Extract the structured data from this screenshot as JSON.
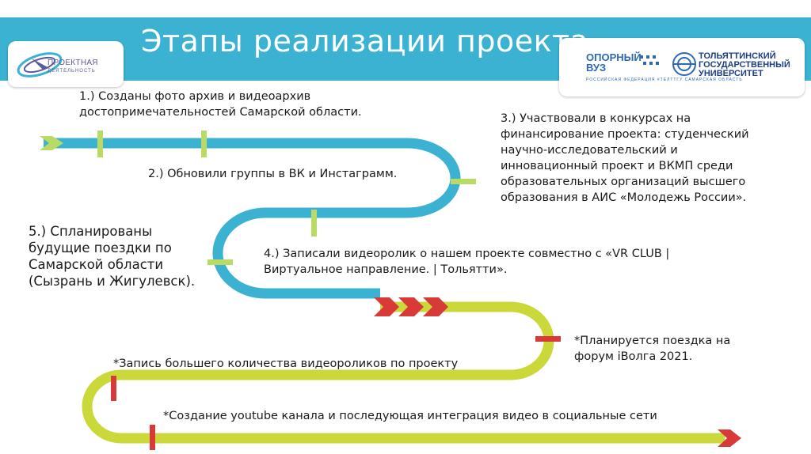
{
  "slide": {
    "title": "Этапы реализации проекта",
    "left_logo": {
      "line1": "ПРОЕКТНАЯ",
      "line2": "ДЕЯТЕЛЬНОСТЬ"
    },
    "right_logo": {
      "part1": "ОПОРНЫЙ ВУЗ",
      "part2": "ТОЛЬЯТТИНСКИЙ ГОСУДАРСТВЕННЫЙ УНИВЕРСИТЕТ",
      "sub": "РОССИЙСКАЯ ФЕДЕРАЦИЯ  #ТЕЛТТГУ  САМАРСКАЯ ОБЛАСТЬ"
    },
    "steps": {
      "s1": "1.) Созданы фото архив и видеоархив достопримечательностей Самарской области.",
      "s2": "2.) Обновили группы в ВК и Инстаграмм.",
      "s3": "3.) Участвовали в конкурсах на финансирование проекта: студенческий научно-исследовательский и инновационный проект и ВКМП среди образовательных организаций высшего образования в АИС «Молодежь России».",
      "s4": "4.) Записали видеоролик о нашем проекте совместно с «VR CLUB | Виртуальное направление. | Тольятти».",
      "s5": "5.) Спланированы будущие поездки по Самарской области (Сызрань и Жигулевск)."
    },
    "plans": {
      "p1": "*Планируется поездка на форум iВолга 2021.",
      "p2": "*Запись большего количества видеороликов по проекту",
      "p3": "*Создание youtube канала и последующая интеграция видео в социальные сети"
    },
    "colors": {
      "header": "#3cb2d2",
      "road_blue": "#3cb2d2",
      "road_green": "#cbd83a",
      "marker_green": "#c3e06a",
      "marker_red": "#d83a37"
    }
  }
}
